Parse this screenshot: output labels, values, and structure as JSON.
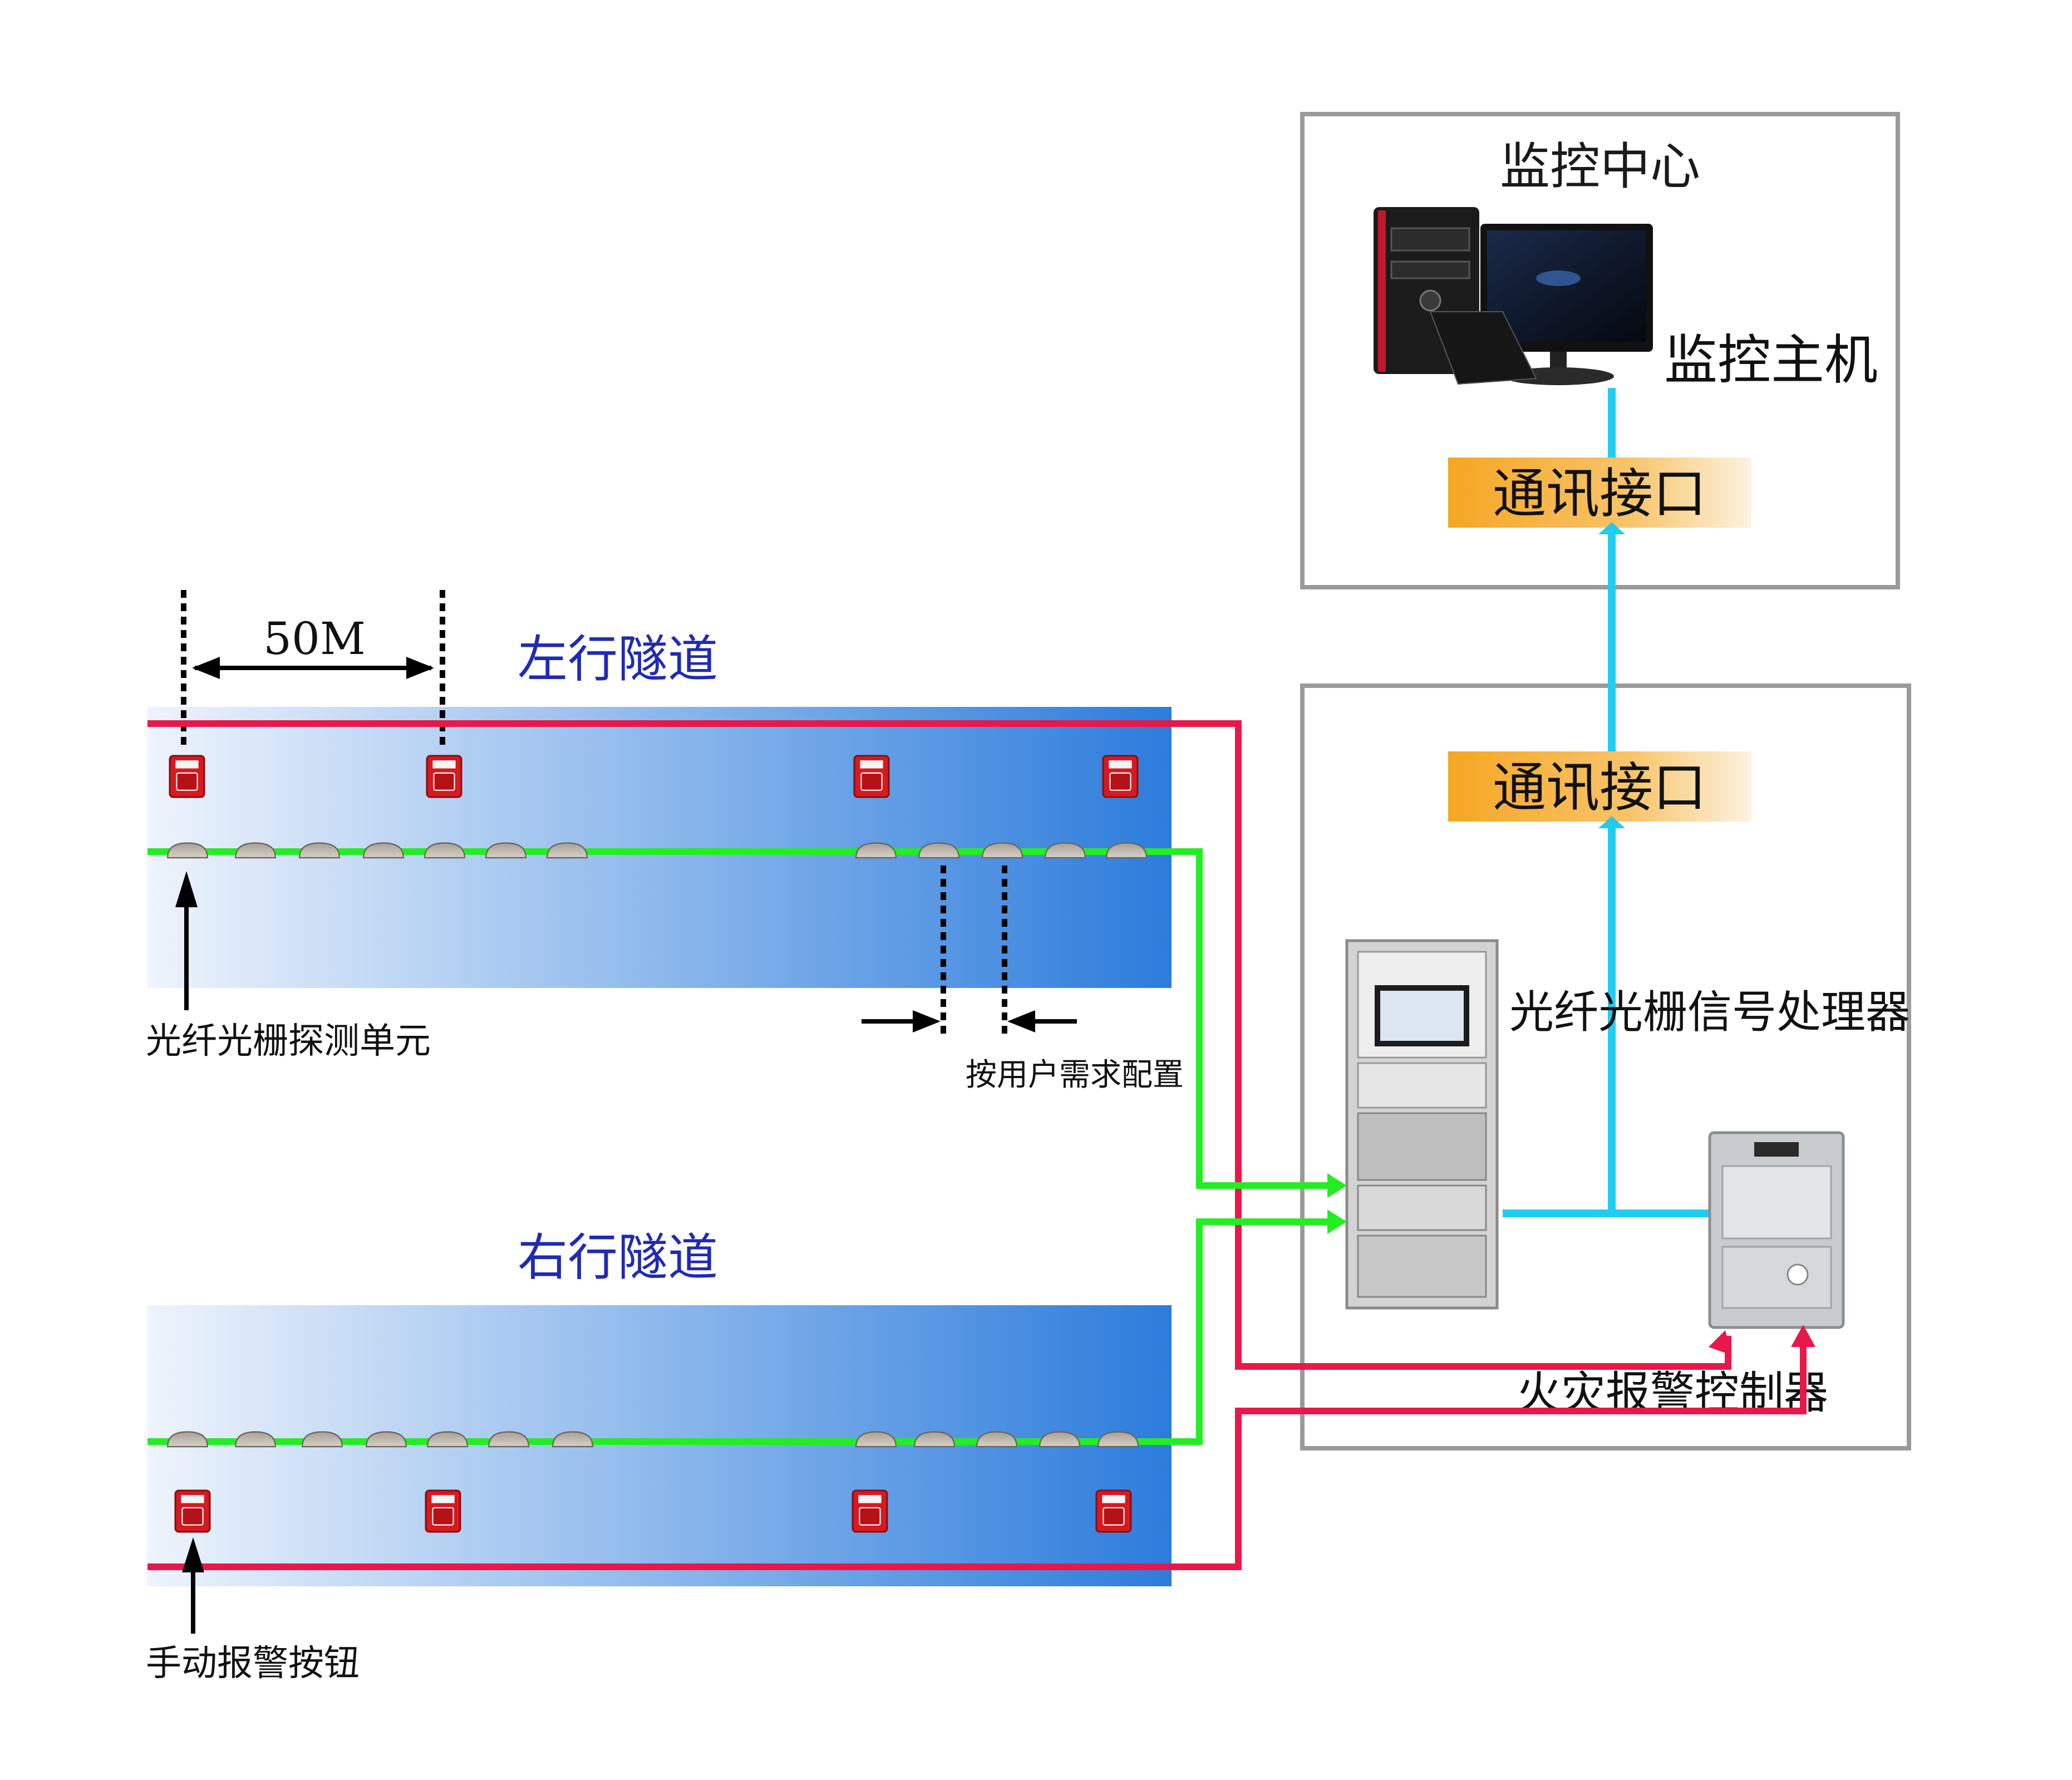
{
  "monitor_center": {
    "title": "监控中心",
    "host_label": "监控主机",
    "comm_interface": "通讯接口"
  },
  "equipment_room": {
    "comm_interface": "通讯接口",
    "processor_label": "光纤光栅信号处理器",
    "controller_label": "火灾报警控制器"
  },
  "left_tunnel": {
    "title": "左行隧道",
    "spacing_label": "50M",
    "detector_label": "光纤光栅探测单元",
    "config_label": "按用户需求配置"
  },
  "right_tunnel": {
    "title": "右行隧道",
    "button_label": "手动报警按钮"
  },
  "colors": {
    "tunnel_start": "#eef4fc",
    "tunnel_end": "#2c7cdc",
    "alarm_line": "#e8184a",
    "fiber_line": "#22ee22",
    "comm_line": "#22ccee",
    "interface_box": "#f5a623",
    "frame": "#9a9a9a"
  },
  "icons": {
    "alarm_button": "red-manual-alarm-button-icon",
    "detector": "fiber-grating-detector-icon",
    "computer": "desktop-computer-icon",
    "rack": "server-rack-icon",
    "controller": "fire-alarm-controller-icon"
  }
}
